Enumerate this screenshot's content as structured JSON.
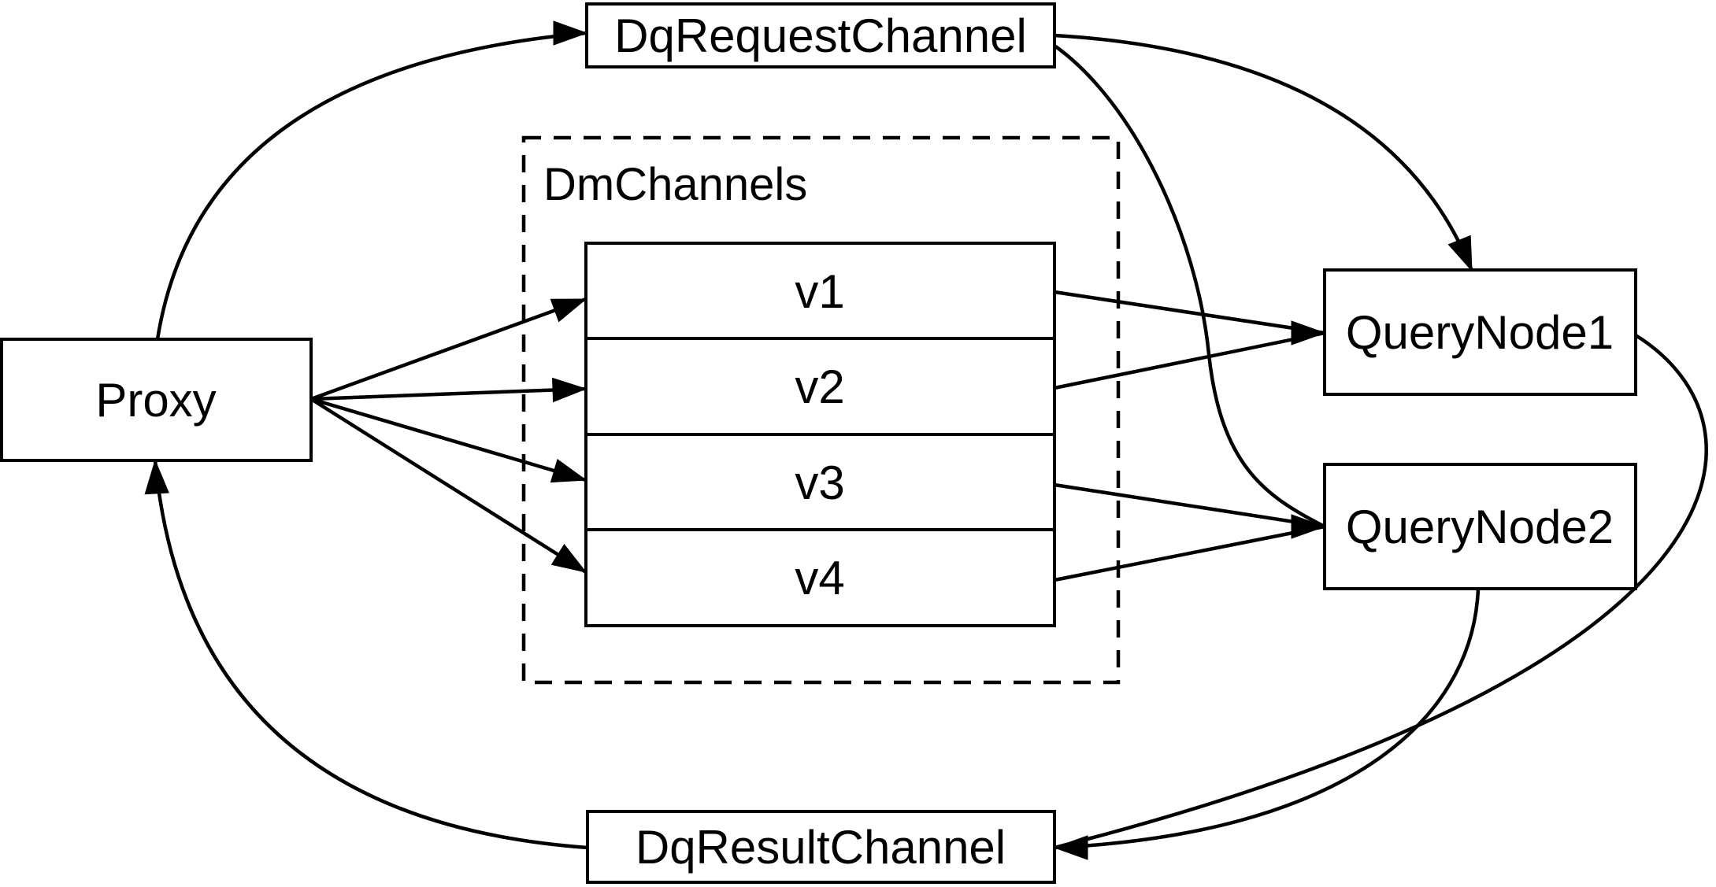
{
  "diagram": {
    "background_color": "#ffffff",
    "stroke_color": "#000000",
    "nodes": {
      "proxy": {
        "label": "Proxy"
      },
      "dq_request_channel": {
        "label": "DqRequestChannel"
      },
      "dm_channels_group": {
        "label": "DmChannels"
      },
      "v1": {
        "label": "v1"
      },
      "v2": {
        "label": "v2"
      },
      "v3": {
        "label": "v3"
      },
      "v4": {
        "label": "v4"
      },
      "query_node_1": {
        "label": "QueryNode1"
      },
      "query_node_2": {
        "label": "QueryNode2"
      },
      "dq_result_channel": {
        "label": "DqResultChannel"
      }
    },
    "edges": [
      {
        "from": "Proxy",
        "to": "DqRequestChannel"
      },
      {
        "from": "DqRequestChannel",
        "to": "QueryNode1"
      },
      {
        "from": "DqRequestChannel",
        "to": "QueryNode2"
      },
      {
        "from": "Proxy",
        "to": "v1"
      },
      {
        "from": "Proxy",
        "to": "v2"
      },
      {
        "from": "Proxy",
        "to": "v3"
      },
      {
        "from": "Proxy",
        "to": "v4"
      },
      {
        "from": "v1",
        "to": "QueryNode1"
      },
      {
        "from": "v2",
        "to": "QueryNode1"
      },
      {
        "from": "v3",
        "to": "QueryNode2"
      },
      {
        "from": "v4",
        "to": "QueryNode2"
      },
      {
        "from": "QueryNode1",
        "to": "DqResultChannel"
      },
      {
        "from": "QueryNode2",
        "to": "DqResultChannel"
      },
      {
        "from": "DqResultChannel",
        "to": "Proxy"
      }
    ]
  }
}
